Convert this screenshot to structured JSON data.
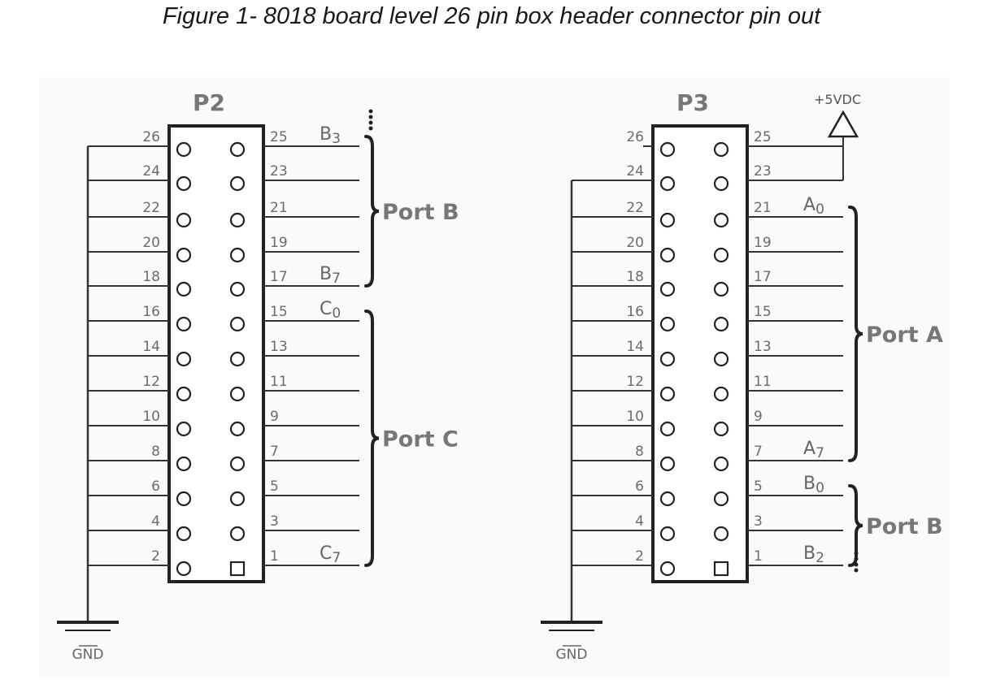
{
  "caption": "Figure 1- 8018 board level 26 pin box header connector pin out",
  "connectors": [
    {
      "id": "p2",
      "title": "P2",
      "left_pins": [
        "26",
        "24",
        "22",
        "20",
        "18",
        "16",
        "14",
        "12",
        "10",
        "8",
        "6",
        "4",
        "2"
      ],
      "right_pins": [
        "25",
        "23",
        "21",
        "19",
        "17",
        "15",
        "13",
        "11",
        "9",
        "7",
        "5",
        "3",
        "1"
      ],
      "ground_label": "GND",
      "signals": [
        {
          "row": 0,
          "base": "B",
          "sub": "3"
        },
        {
          "row": 4,
          "base": "B",
          "sub": "7"
        },
        {
          "row": 5,
          "base": "C",
          "sub": "0"
        },
        {
          "row": 12,
          "base": "C",
          "sub": "7"
        }
      ],
      "ports": [
        {
          "label": "Port B",
          "from": 0,
          "to": 4
        },
        {
          "label": "Port C",
          "from": 5,
          "to": 12
        }
      ]
    },
    {
      "id": "p3",
      "title": "P3",
      "left_pins": [
        "26",
        "24",
        "22",
        "20",
        "18",
        "16",
        "14",
        "12",
        "10",
        "8",
        "6",
        "4",
        "2"
      ],
      "right_pins": [
        "25",
        "23",
        "21",
        "19",
        "17",
        "15",
        "13",
        "11",
        "9",
        "7",
        "5",
        "3",
        "1"
      ],
      "ground_label": "GND",
      "power_label": "+5VDC",
      "signals": [
        {
          "row": 2,
          "base": "A",
          "sub": "0"
        },
        {
          "row": 9,
          "base": "A",
          "sub": "7"
        },
        {
          "row": 10,
          "base": "B",
          "sub": "0"
        },
        {
          "row": 12,
          "base": "B",
          "sub": "2"
        }
      ],
      "ports": [
        {
          "label": "Port A",
          "from": 2,
          "to": 9
        },
        {
          "label": "Port B",
          "from": 10,
          "to": 12
        }
      ]
    }
  ]
}
